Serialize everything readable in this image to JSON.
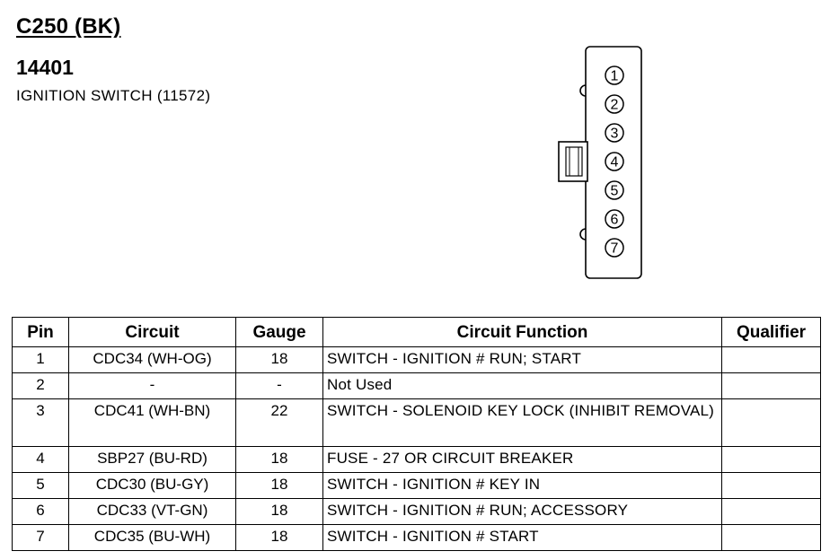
{
  "header": {
    "connector_id": "C250 (BK)",
    "part_number": "14401",
    "part_name": "IGNITION SWITCH (11572)"
  },
  "diagram": {
    "pins": [
      "1",
      "2",
      "3",
      "4",
      "5",
      "6",
      "7"
    ]
  },
  "table": {
    "columns": [
      "Pin",
      "Circuit",
      "Gauge",
      "Circuit Function",
      "Qualifier"
    ],
    "rows": [
      {
        "pin": "1",
        "circuit": "CDC34 (WH-OG)",
        "gauge": "18",
        "function": "SWITCH - IGNITION # RUN; START",
        "qualifier": ""
      },
      {
        "pin": "2",
        "circuit": "-",
        "gauge": "-",
        "function": "Not Used",
        "qualifier": ""
      },
      {
        "pin": "3",
        "circuit": "CDC41 (WH-BN)",
        "gauge": "22",
        "function": "SWITCH - SOLENOID KEY LOCK (INHIBIT REMOVAL)",
        "qualifier": ""
      },
      {
        "pin": "4",
        "circuit": "SBP27 (BU-RD)",
        "gauge": "18",
        "function": "FUSE - 27 OR CIRCUIT BREAKER",
        "qualifier": ""
      },
      {
        "pin": "5",
        "circuit": "CDC30 (BU-GY)",
        "gauge": "18",
        "function": "SWITCH - IGNITION # KEY IN",
        "qualifier": ""
      },
      {
        "pin": "6",
        "circuit": "CDC33 (VT-GN)",
        "gauge": "18",
        "function": "SWITCH - IGNITION # RUN; ACCESSORY",
        "qualifier": ""
      },
      {
        "pin": "7",
        "circuit": "CDC35 (BU-WH)",
        "gauge": "18",
        "function": "SWITCH - IGNITION # START",
        "qualifier": ""
      }
    ]
  }
}
